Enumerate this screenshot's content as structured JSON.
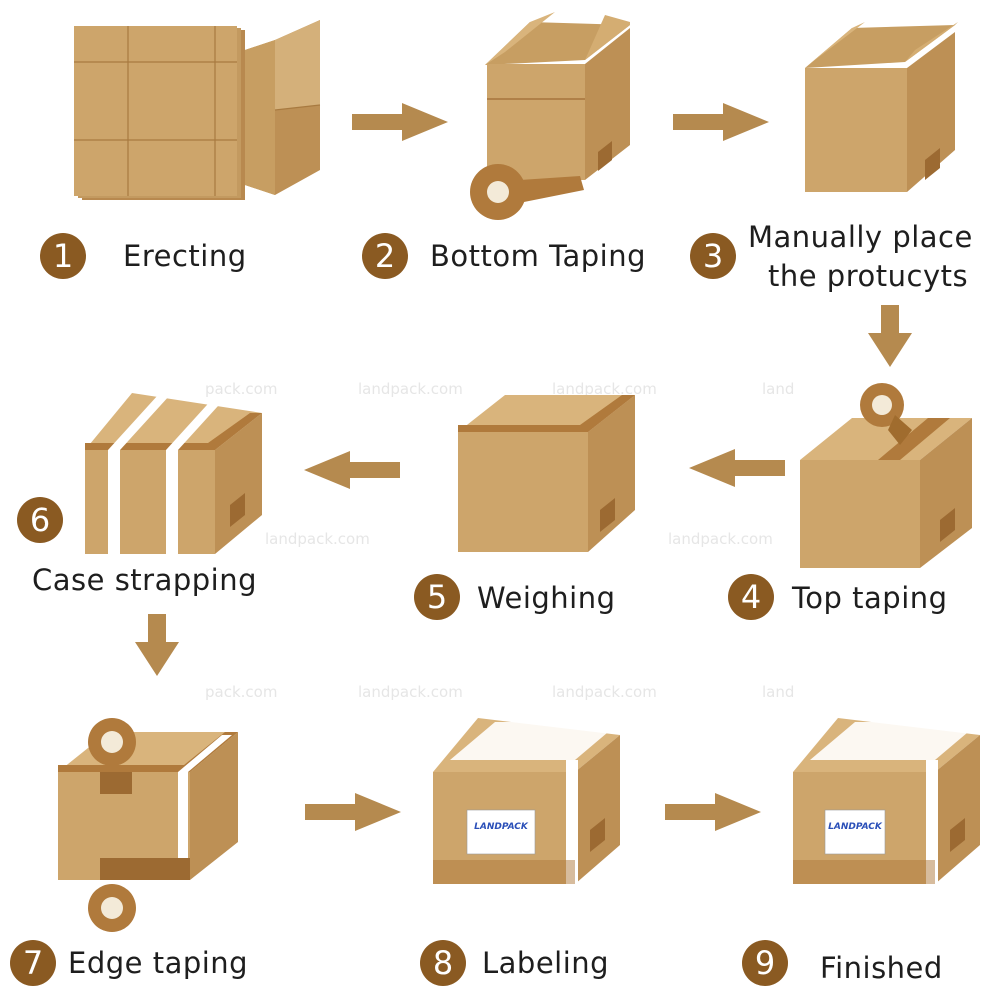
{
  "colors": {
    "box_front": "#cda56b",
    "box_side": "#bd9055",
    "box_top": "#d9b47c",
    "tape": "#b07a3c",
    "arrow": "#b58a4f",
    "badge": "#8a5a22"
  },
  "steps": [
    {
      "num": "1",
      "label": "Erecting"
    },
    {
      "num": "2",
      "label": "Bottom Taping"
    },
    {
      "num": "3",
      "label_line1": "Manually place",
      "label_line2": "the protucyts"
    },
    {
      "num": "4",
      "label": "Top taping"
    },
    {
      "num": "5",
      "label": "Weighing"
    },
    {
      "num": "6",
      "label": "Case strapping"
    },
    {
      "num": "7",
      "label": "Edge taping"
    },
    {
      "num": "8",
      "label": "Labeling"
    },
    {
      "num": "9",
      "label": "Finished"
    }
  ],
  "label_brand": "LANDPACK",
  "watermarks": [
    "pack.com",
    "landpack.com",
    "landpack.com",
    "land",
    "landpack.com",
    "landpack.com",
    "pack.com",
    "landpack.com",
    "landpack.com",
    "land"
  ]
}
